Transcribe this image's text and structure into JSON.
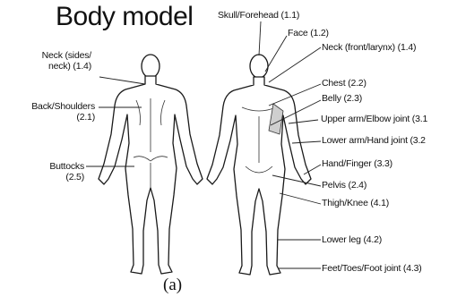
{
  "title": "Body model",
  "caption": "(a)",
  "labels": {
    "neck_sides_line1": "Neck (sides/",
    "neck_sides_line2": "neck)  (1.4)",
    "back_line1": "Back/Shoulders",
    "back_line2": "(2.1)",
    "buttocks_line1": "Buttocks",
    "buttocks_line2": "(2.5)",
    "skull": "Skull/Forehead (1.1)",
    "face": "Face (1.2)",
    "neck_front": "Neck (front/larynx) (1.4)",
    "chest": "Chest (2.2)",
    "belly": "Belly (2.3)",
    "upper_arm": "Upper arm/Elbow joint (3.1",
    "lower_arm": "Lower arm/Hand joint (3.2",
    "hand": "Hand/Finger (3.3)",
    "pelvis": "Pelvis (2.4)",
    "thigh": "Thigh/Knee (4.1)",
    "lower_leg": "Lower leg (4.2)",
    "feet": "Feet/Toes/Foot joint (4.3)"
  }
}
